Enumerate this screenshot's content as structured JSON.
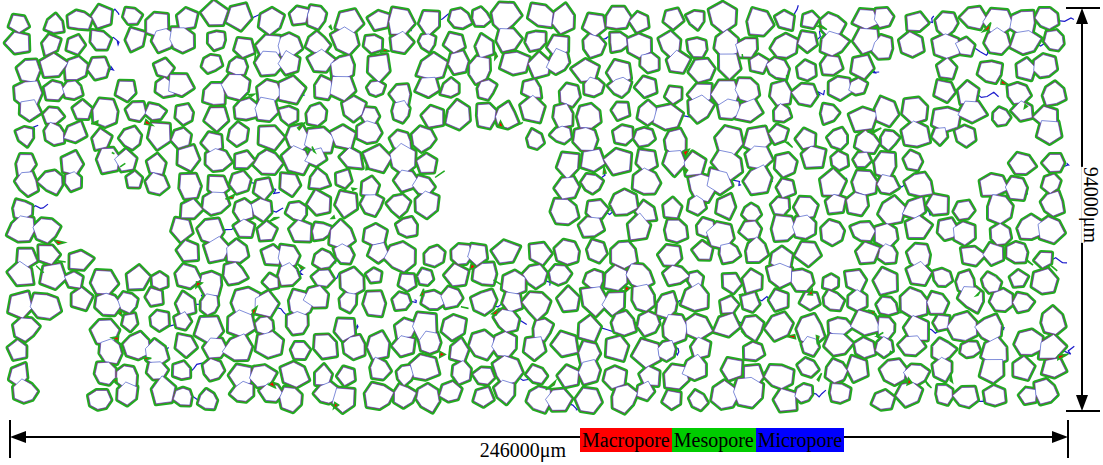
{
  "diagram": {
    "labels": [
      "246000μm",
      "94000μm"
    ],
    "legend": [
      {
        "text": "Macropore",
        "color": "#ff0000"
      },
      {
        "text": "Mesopore",
        "color": "#00cc00"
      },
      {
        "text": "Micropore",
        "color": "#0000ff"
      }
    ]
  }
}
